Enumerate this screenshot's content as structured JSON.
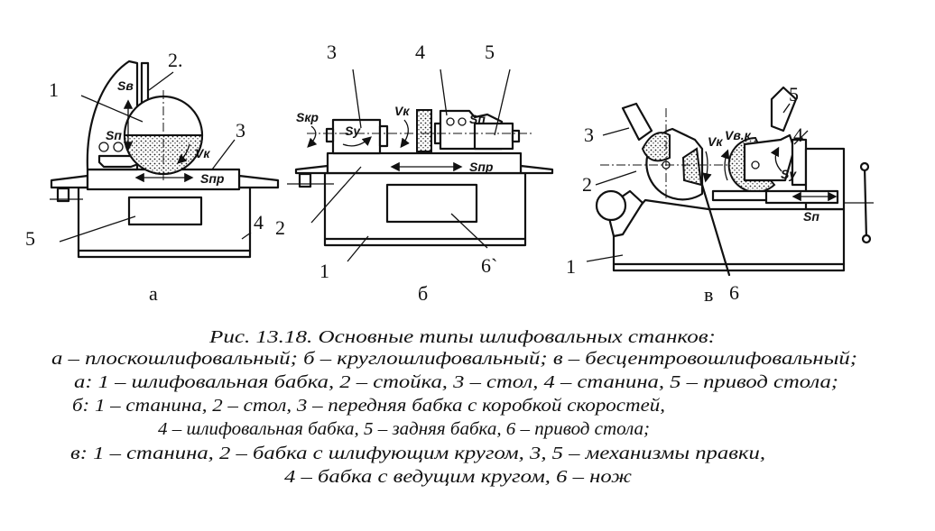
{
  "figure": {
    "panels": [
      {
        "letter": "а",
        "labels": [
          "1",
          "2.",
          "3",
          "4",
          "5"
        ],
        "symbols": {
          "s_v": "Sв",
          "s_p": "Sп",
          "v_k": "Vк",
          "s_pr": "Sпр"
        }
      },
      {
        "letter": "б",
        "labels": [
          "1",
          "2",
          "3",
          "4",
          "5",
          "6`"
        ],
        "symbols": {
          "s_kr": "Sкр",
          "s_u": "Sу",
          "v_k": "Vк",
          "s_p": "Sп",
          "s_pr": "Sпр"
        }
      },
      {
        "letter": "в",
        "labels": [
          "1",
          "2",
          "3",
          "4",
          "5",
          "6"
        ],
        "symbols": {
          "v_k": "Vк",
          "v_vk": "Vв.к",
          "s_u": "Sу",
          "s_p": "Sп"
        }
      }
    ]
  },
  "caption": {
    "lines": [
      "Рис. 13.18. Основные типы шлифовальных станков:",
      "а – плоскошлифовальный;  б – круглошлифовальный;  в – бесцентровошлифовальный;",
      "а: 1 – шлифовальная бабка, 2 – стойка, 3 – стол, 4 – станина, 5 – привод стола;",
      "б: 1 – станина, 2 – стол, 3 – передняя бабка с коробкой скоростей,",
      "4 – шлифовальная бабка, 5 – задняя бабка, 6 – привод стола;",
      "в: 1 – станина, 2 – бабка с шлифующим кругом, 3, 5 – механизмы правки,",
      "4 – бабка с ведущим кругом, 6 – нож"
    ]
  }
}
